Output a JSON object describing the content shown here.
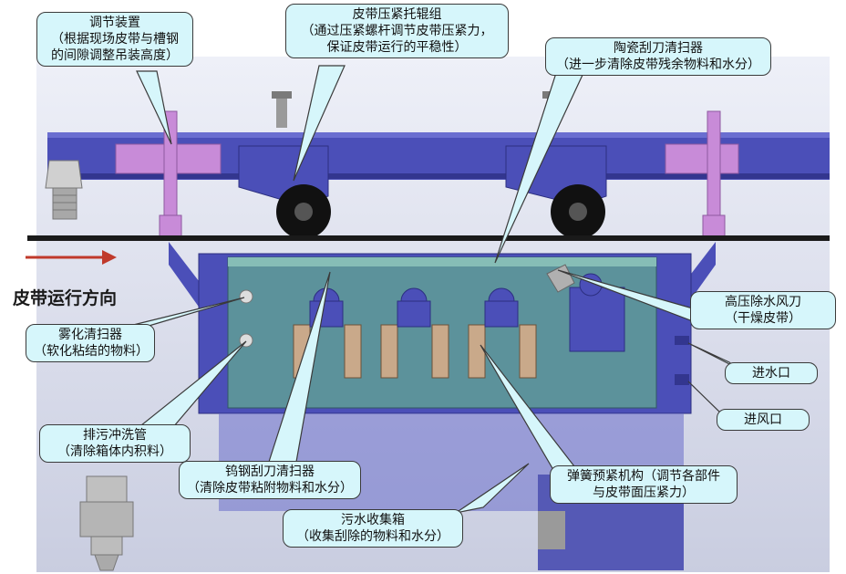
{
  "direction_label": "皮带运行方向",
  "colors": {
    "frame": "#4b4fb8",
    "frame_dark": "#33368f",
    "bracket": "#c88bd8",
    "tank_glass": "#5f9e96",
    "callout_bg": "#d6f6fb",
    "arrow": "#c0392b"
  },
  "callouts": {
    "adjust": {
      "title": "调节装置",
      "desc": "（根据现场皮带与槽钢的间隙调整吊装高度）",
      "line1": "（根据现场皮带与槽钢",
      "line2": "的间隙调整吊装高度）"
    },
    "press_roller": {
      "title": "皮带压紧托辊组",
      "line1": "（通过压紧螺杆调节皮带压紧力，",
      "line2": "保证皮带运行的平稳性）"
    },
    "ceramic": {
      "title": "陶瓷刮刀清扫器",
      "line1": "（进一步清除皮带残余物料和水分）"
    },
    "air_knife": {
      "title": "高压除水风刀",
      "line1": "（干燥皮带）"
    },
    "water_in": {
      "title": "进水口"
    },
    "air_in": {
      "title": "进风口"
    },
    "spray": {
      "title": "雾化清扫器",
      "line1": "（软化粘结的物料）"
    },
    "flush": {
      "title": "排污冲洗管",
      "line1": "（清除箱体内积料）"
    },
    "tungsten": {
      "title": "钨钢刮刀清扫器",
      "line1": "（清除皮带粘附物料和水分）"
    },
    "spring": {
      "title": "弹簧预紧机构（调节各部件",
      "line1": "与皮带面压紧力）"
    },
    "sewage": {
      "title": "污水收集箱",
      "line1": "（收集刮除的物料和水分）"
    }
  }
}
